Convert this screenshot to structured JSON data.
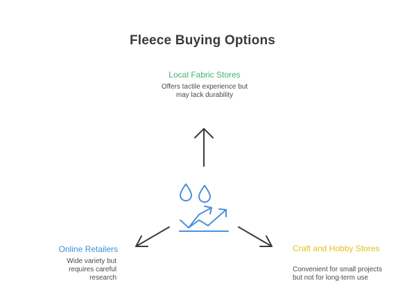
{
  "title": "Fleece Buying Options",
  "colors": {
    "local": "#3bb56b",
    "online": "#3a8fd6",
    "craft": "#e2bf1a",
    "arrow": "#3a3a3a",
    "icon": "#4a8fdc"
  },
  "center_icon": "water-drops-with-trend-arrows-icon",
  "nodes": {
    "local": {
      "title": "Local Fabric Stores",
      "desc": "Offers tactile experience but may lack durability"
    },
    "online": {
      "title": "Online Retailers",
      "desc": "Wide variety but requires careful research"
    },
    "craft": {
      "title": "Craft and Hobby Stores",
      "desc": "Convenient for small projects but not for long-term use"
    }
  }
}
